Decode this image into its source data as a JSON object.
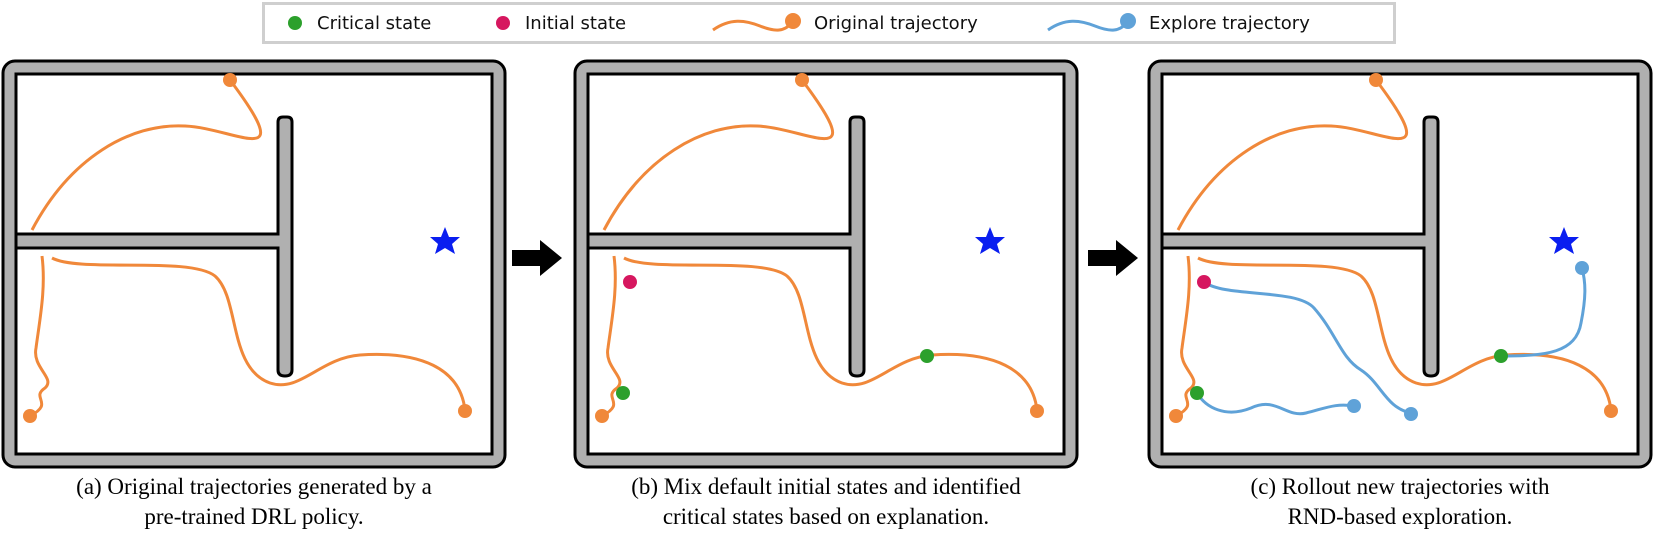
{
  "legend": {
    "critical_label": "Critical state",
    "initial_label": "Initial state",
    "original_label": "Original trajectory",
    "explore_label": "Explore trajectory"
  },
  "captions": {
    "a_line1": "(a) Original trajectories generated by a",
    "a_line2": "pre-trained DRL policy.",
    "b_line1": "(b) Mix default initial states and identified",
    "b_line2": "critical states based on explanation.",
    "c_line1": "(c) Rollout new trajectories with",
    "c_line2": "RND-based exploration."
  },
  "colors": {
    "critical": "#2ca02c",
    "initial": "#d6175f",
    "original": "#f0883a",
    "explore": "#5fa2d8",
    "goal": "#0a1ef0",
    "wall_fill": "#b0b0b0",
    "wall_stroke": "#000000"
  },
  "icons": {
    "goal": "star-icon",
    "transition": "right-arrow-icon"
  }
}
